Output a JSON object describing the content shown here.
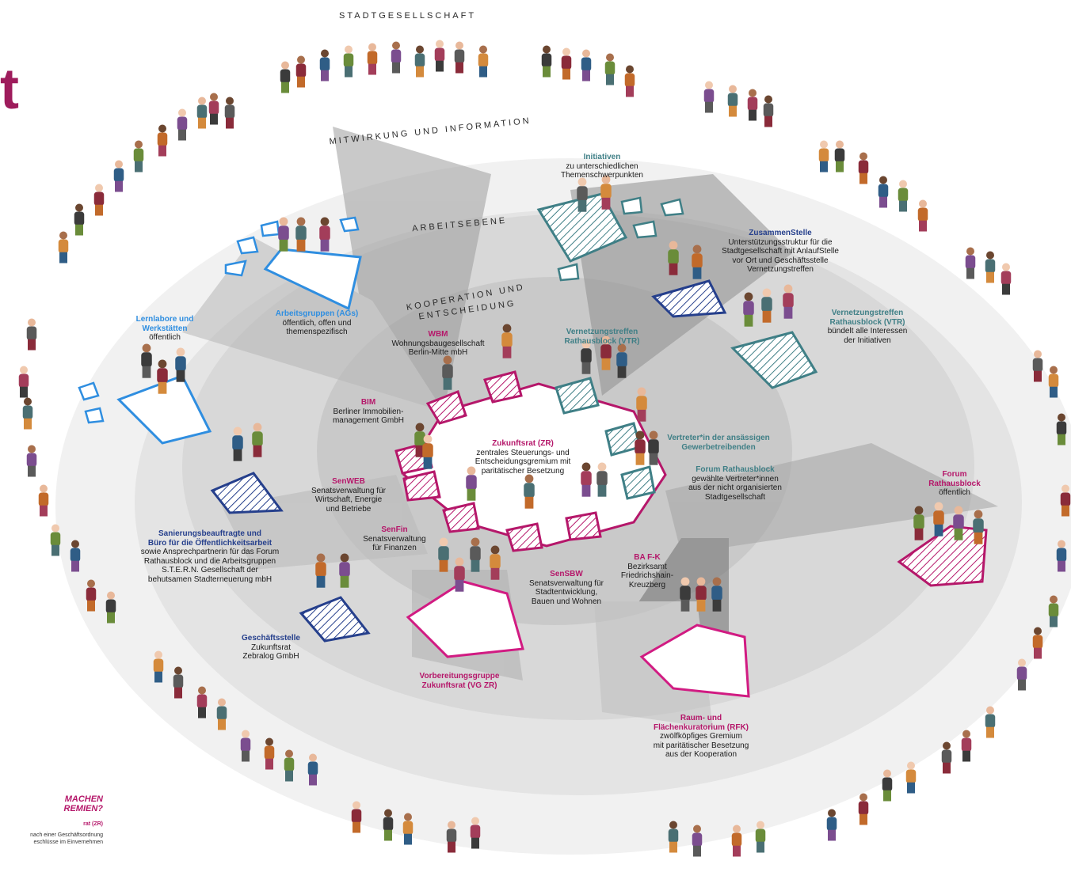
{
  "colors": {
    "pink": "#b5176a",
    "blue": "#2f8ee0",
    "teal": "#3f7f86",
    "navy": "#253f8c",
    "title": "#9e1c5c",
    "ellipse_outer": "#f1f1f1",
    "ellipse_mid": "#e4e4e4",
    "ellipse_inner": "#d8d8d8"
  },
  "title_fragment": "t",
  "rings": {
    "outer": "STADTGESELLSCHAFT",
    "second": "MITWIRKUNG UND INFORMATION",
    "third": "ARBEITSEBENE",
    "inner_line1": "KOOPERATION UND",
    "inner_line2": "ENTSCHEIDUNG"
  },
  "groups": {
    "initiativen": {
      "heading": "Initiativen",
      "body": "zu unterschiedlichen\nThemenschwerpunkten"
    },
    "zusammenstelle": {
      "heading": "ZusammenStelle",
      "body": "Unterstützungsstruktur für die\nStadtgesellschaft mit AnlaufStelle\nvor Ort und Geschäftsstelle\nVernetzungstreffen"
    },
    "vtr_outer": {
      "heading": "Vernetzungstreffen\nRathausblock (VTR)",
      "body": "bündelt alle Interessen\nder Initiativen"
    },
    "lernlabore": {
      "heading": "Lernlabore und\nWerkstätten",
      "body": "öffentlich"
    },
    "arbeitsgruppen": {
      "heading": "Arbeitsgruppen (AGs)",
      "body": "öffentlich, offen und\nthemenspezifisch"
    },
    "wbm": {
      "heading": "WBM",
      "body": "Wohnungsbaugesellschaft\nBerlin-Mitte mbH"
    },
    "vtr_inner": {
      "heading": "Vernetzungstreffen\nRathausblock (VTR)",
      "body": ""
    },
    "bim": {
      "heading": "BIM",
      "body": "Berliner Immobilien-\nmanagement GmbH"
    },
    "zukunftsrat": {
      "heading": "Zukunftsrat (ZR)",
      "body": "zentrales Steuerungs- und\nEntscheidungsgremium mit\nparitätischer Besetzung"
    },
    "vertreter": {
      "heading": "Vertreter*in der ansässigen\nGewerbetreibenden",
      "body": ""
    },
    "forum_inner": {
      "heading": "Forum Rathausblock",
      "body": "gewählte Vertreter*innen\naus der nicht organisierten\nStadtgesellschaft"
    },
    "forum_outer": {
      "heading": "Forum\nRathausblock",
      "body": "öffentlich"
    },
    "senweb": {
      "heading": "SenWEB",
      "body": "Senatsverwaltung für\nWirtschaft, Energie\nund Betriebe"
    },
    "senfin": {
      "heading": "SenFin",
      "body": "Senatsverwaltung\nfür Finanzen"
    },
    "sanierung": {
      "heading": "Sanierungsbeauftragte und\nBüro für die Öffentlichkeitsarbeit",
      "body": "sowie Ansprechpartnerin für das Forum\nRathausblock und die Arbeitsgruppen\nS.T.E.R.N. Gesellschaft der\nbehutsamen Stadterneuerung mbH"
    },
    "bafk": {
      "heading": "BA F-K",
      "body": "Bezirksamt\nFriedrichshain-\nKreuzberg"
    },
    "sensbw": {
      "heading": "SenSBW",
      "body": "Senatsverwaltung für\nStadtentwicklung,\nBauen und Wohnen"
    },
    "geschaeftsstelle": {
      "heading": "Geschäftsstelle",
      "body": "Zukunftsrat\nZebralog GmbH"
    },
    "vgzr": {
      "heading": "Vorbereitungsgruppe\nZukunftsrat (VG ZR)",
      "body": ""
    },
    "rfk": {
      "heading": "Raum- und\nFlächenkuratorium (RFK)",
      "body": "zwölfköpfiges Gremium\nmit paritätischer Besetzung\naus der Kooperation"
    }
  },
  "qa": {
    "question": "MACHEN\nREMIEN?",
    "sub": "rat (ZR)",
    "text": "nach einer Geschäftsordnung\neschlüsse im Einvernehmen"
  }
}
